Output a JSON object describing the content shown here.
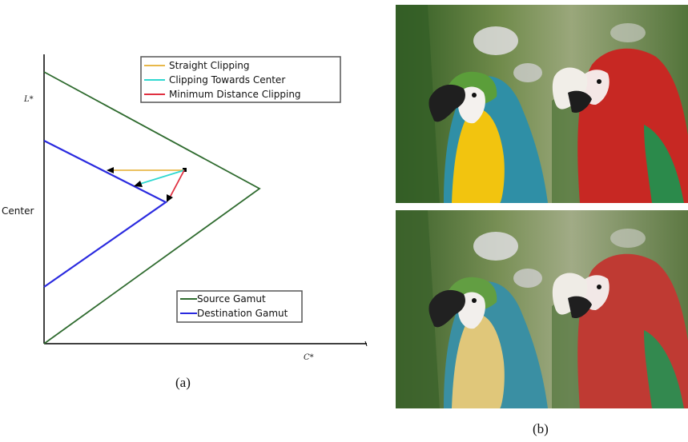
{
  "diagram": {
    "y_axis_label": "L*",
    "x_axis_label": "C*",
    "center_label": "Center",
    "legend_clipping": [
      {
        "label": "Straight Clipping",
        "color": "#e8b84a"
      },
      {
        "label": "Clipping Towards Center",
        "color": "#2fd8d0"
      },
      {
        "label": "Minimum Distance Clipping",
        "color": "#e03040"
      }
    ],
    "legend_gamut": [
      {
        "label": "Source Gamut",
        "color": "#2f6b2f"
      },
      {
        "label": "Destination Gamut",
        "color": "#2a2adf"
      }
    ]
  },
  "captions": {
    "a": "(a)",
    "b": "(b)"
  },
  "photos": {
    "top": "parrots-original",
    "bottom": "parrots-clipped"
  }
}
